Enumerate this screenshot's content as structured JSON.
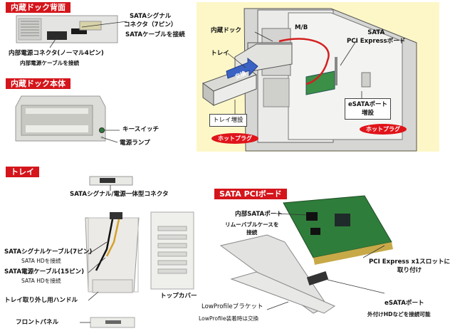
{
  "sections": {
    "back": "内蔵ドック背面",
    "body": "内蔵ドック本体",
    "tray": "トレイ",
    "pci": "SATA PCIボード"
  },
  "back_labels": {
    "sata_connector": "SATAシグナル\nコネクタ（7ピン）",
    "sata_connect": "SATAケーブルを接続",
    "power_connector": "内部電源コネクタ(ノーマル4ピン)",
    "power_connect": "内部電源ケーブルを接続"
  },
  "body_labels": {
    "key_switch": "キースイッチ",
    "power_lamp": "電源ランプ"
  },
  "pc_labels": {
    "dock": "内蔵ドック",
    "mb": "M/B",
    "tray": "トレイ",
    "pcie_board": "SATA\nPCI Expressボード",
    "tray_add": "トレイ増設",
    "esata_add": "eSATAポート\n増設",
    "hot_plug_1": "ホットプラグ",
    "hot_plug_2": "ホットプラグ",
    "arrow_text": "交換"
  },
  "tray_labels": {
    "connector": "SATAシグナル/電源一体型コネクタ",
    "sata_cable": "SATAシグナルケーブル(7ピン)",
    "sata_hd_1": "SATA HDを接続",
    "power_cable": "SATA電源ケーブル(15ピン)",
    "sata_hd_2": "SATA HDを接続",
    "handle": "トレイ取り外し用ハンドル",
    "top_cover": "トップカバー",
    "front_panel": "フロントパネル"
  },
  "pci_labels": {
    "internal_port": "内部SATAポート",
    "removable": "リムーバブルケースを\n接続",
    "pcie_slot": "PCI Express x1スロットに\n取り付け",
    "lowprofile": "LowProfileブラケット",
    "lowprofile_note": "LowProfile装着時は交換",
    "esata_port": "eSATAポート",
    "esata_note": "外付けHDなどを接続可能"
  },
  "colors": {
    "section_red": "#d4151b",
    "panel_yellow": "#fdf7c8",
    "pcb_green": "#2f7d3a",
    "sata_cable_red": "#d41f1f",
    "arrow_blue": "#3b63c4"
  }
}
